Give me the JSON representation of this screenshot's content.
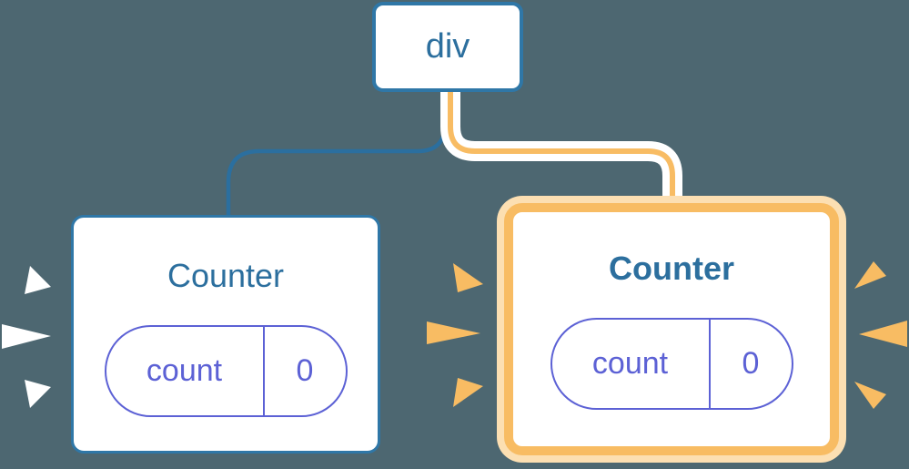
{
  "palette": {
    "background": "#4d6771",
    "node_border_blue": "#2f77a7",
    "text_blue": "#2c6f9e",
    "connector_blue": "#2b6f9f",
    "state_purple": "#5c61d5",
    "highlight_orange": "#f8bc63",
    "highlight_peach": "#fcdfb2",
    "flash_white": "#ffffff"
  },
  "tree": {
    "root": {
      "label": "div"
    },
    "children": [
      {
        "label": "Counter",
        "state_name": "count",
        "state_value": "0",
        "highlighted": false
      },
      {
        "label": "Counter",
        "state_name": "count",
        "state_value": "0",
        "highlighted": true
      }
    ]
  }
}
